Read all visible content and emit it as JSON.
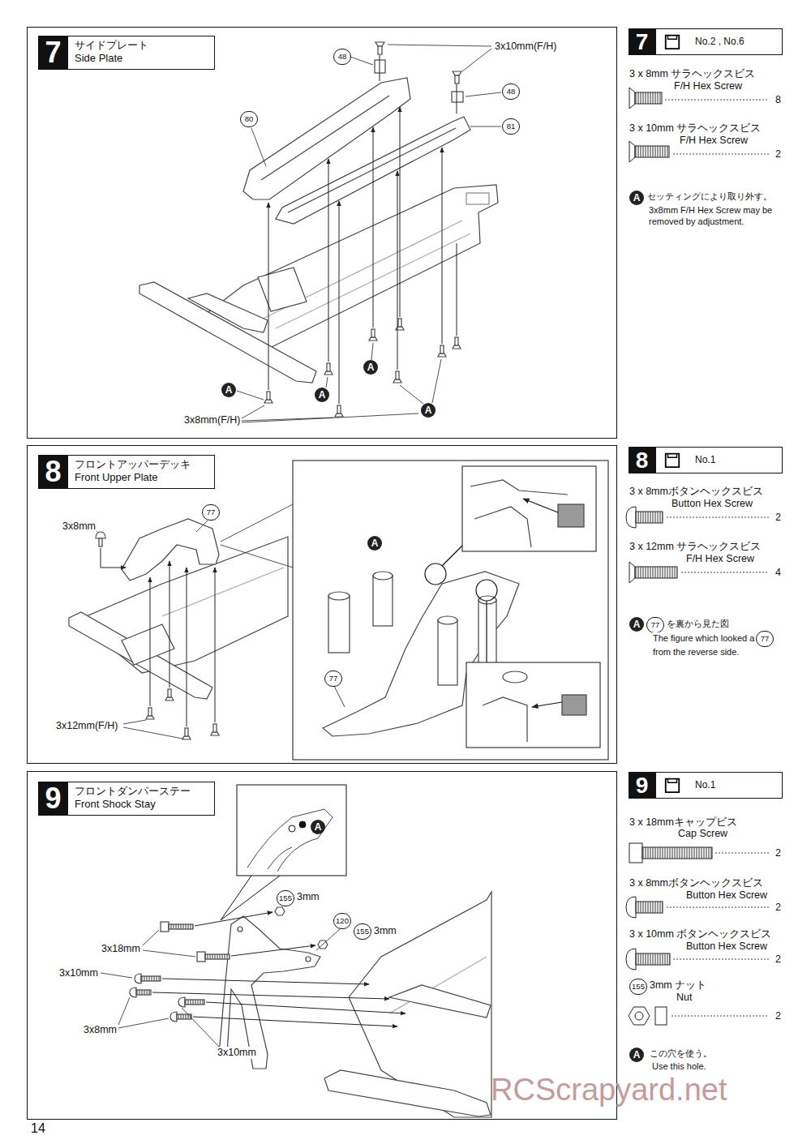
{
  "diagram": {
    "nodes": [
      {
        "text": [
          "7",
          "サイドプレート",
          "Side Plate"
        ]
      },
      {
        "text": [
          "7",
          "No.2 , No.6"
        ]
      },
      {
        "text": [
          "8",
          "フロントアッパーデッキ",
          "Front Upper Plate"
        ]
      },
      {
        "text": [
          "8",
          "No.1"
        ]
      },
      {
        "text": [
          "9",
          "フロントダンパーステー",
          "Front Shock Stay"
        ]
      },
      {
        "text": [
          "9",
          "No.1"
        ]
      }
    ],
    "labels": [
      "48",
      "3x10mm(F/H)",
      "48",
      "80",
      "81",
      "A",
      "A",
      "A",
      "A",
      "3x8mm(F/H)",
      "3 x 8mm サラヘックスビス",
      "F/H Hex Screw",
      "8",
      "3 x 10mm サラヘックスビス",
      "F/H Hex Screw",
      "2",
      "A",
      "セッティングにより取り外す。",
      "3x8mm F/H Hex Screw may be removed by adjustment.",
      "3x8mm",
      "77",
      "3x12mm(F/H)",
      "A",
      "77",
      "3 x 8mmボタンヘックスビス",
      "Button Hex Screw",
      "2",
      "3 x 12mm サラヘックスビス",
      "F/H Hex Screw",
      "4",
      "A",
      "77",
      "を裏から見た図",
      "The figure which looked a",
      "77",
      "from the reverse side.",
      "A",
      "155",
      "3mm",
      "120",
      "155",
      "3mm",
      "3x18mm",
      "3x10mm",
      "3x8mm",
      "3x10mm",
      "3 x 18mmキャップビス",
      "Cap Screw",
      "2",
      "3 x 8mmボタンヘックスビス",
      "Button Hex Screw",
      "2",
      "3 x 10mm ボタンヘックスビス",
      "Button Hex Screw",
      "2",
      "155",
      "3mm ナット",
      "Nut",
      "2",
      "A",
      "この穴を使う。",
      "Use this hole.",
      "RCScrapyard.net",
      "14"
    ]
  }
}
